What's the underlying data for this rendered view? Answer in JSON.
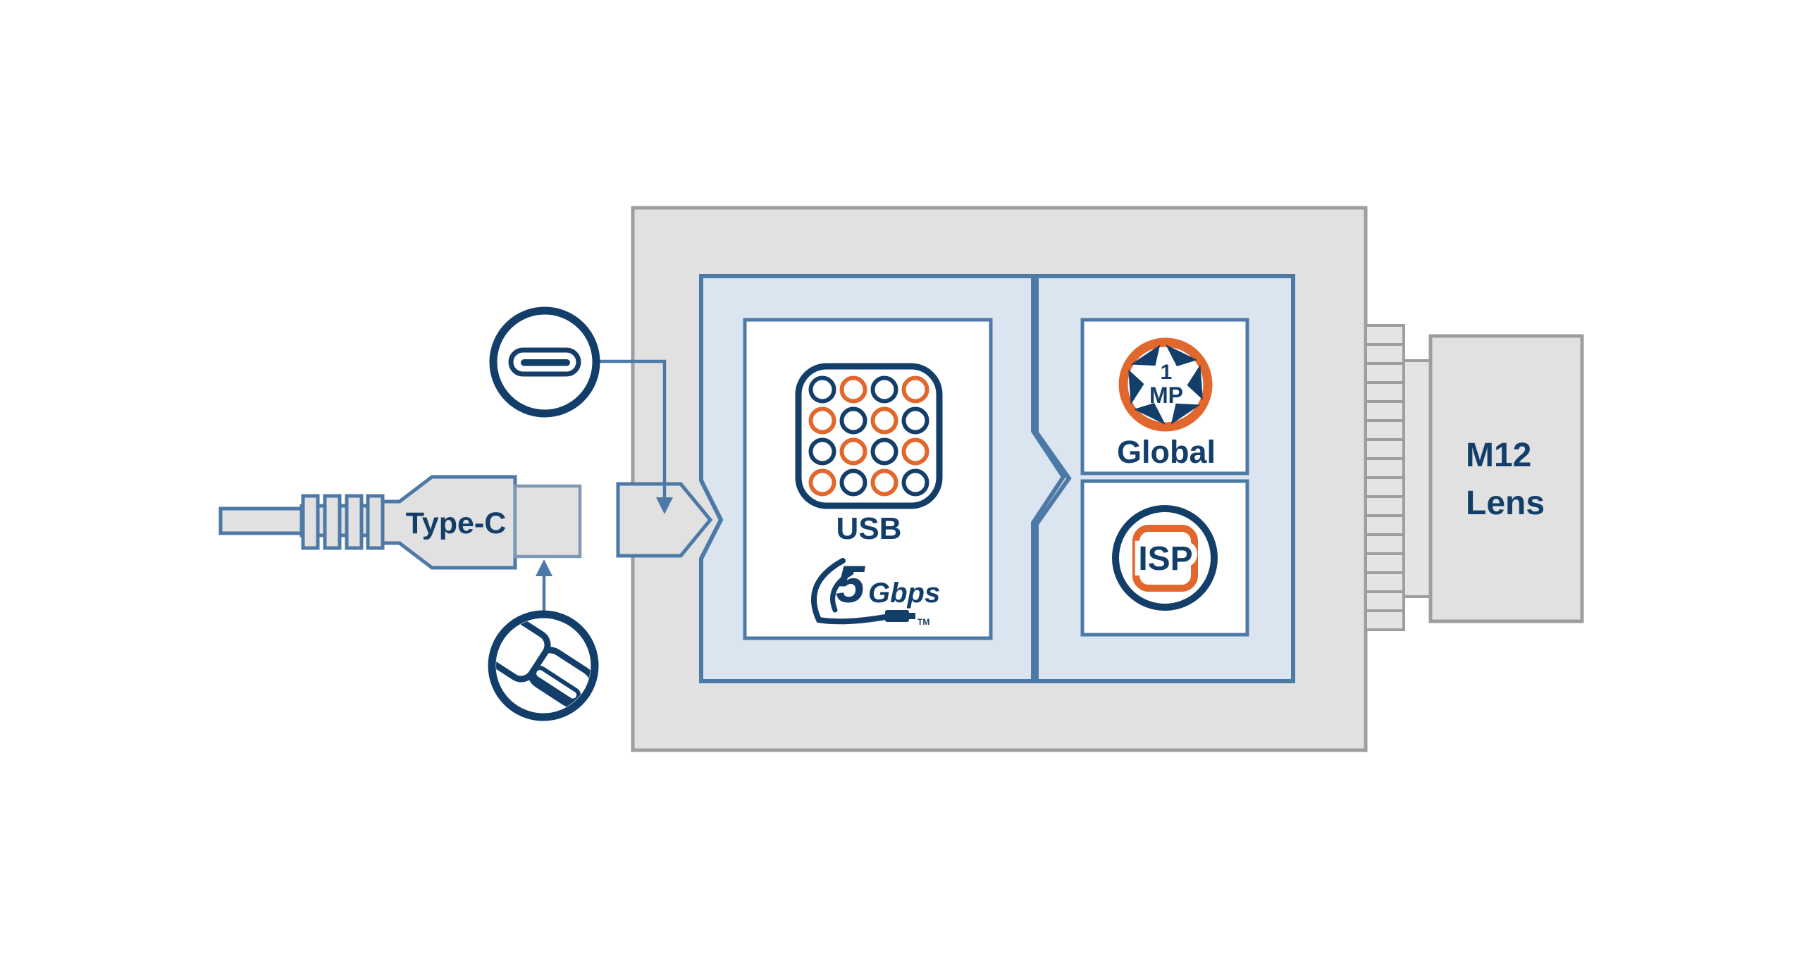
{
  "colors": {
    "navy": "#133e6a",
    "steel_blue": "#4d79a6",
    "light_steel": "#7e99b5",
    "panel_blue": "#dbe5f0",
    "body_gray_fill": "#e1e1e2",
    "body_gray_border": "#9c9ea1",
    "orange": "#e2672c",
    "background": "#ffffff"
  },
  "cable": {
    "connector_label": "Type-C"
  },
  "camera_module": {
    "usb_block": {
      "label": "USB",
      "speed": {
        "value": "5",
        "unit": "Gbps",
        "trademark": "TM"
      },
      "pin_grid": {
        "rows": 4,
        "cols": 4,
        "pattern": [
          [
            "navy",
            "orange",
            "navy",
            "orange"
          ],
          [
            "orange",
            "navy",
            "orange",
            "navy"
          ],
          [
            "navy",
            "orange",
            "navy",
            "orange"
          ],
          [
            "orange",
            "navy",
            "orange",
            "navy"
          ]
        ]
      }
    },
    "sensor_block": {
      "resolution_value": "1",
      "resolution_unit": "MP",
      "shutter_label": "Global",
      "blade_count": 6
    },
    "isp_block": {
      "label": "ISP"
    }
  },
  "lens_block": {
    "label_line1": "M12",
    "label_line2": "Lens",
    "thread_count": 16
  },
  "icons": {
    "type_c_port": "usb-type-c-port-icon",
    "type_c_plug_3d": "usb-type-c-plug-3d-icon",
    "usb_pin_grid": "usb-pin-grid-icon",
    "usb_speed_logo": "usb-5gbps-speed-logo",
    "aperture": "camera-aperture-icon",
    "isp_chip": "isp-processing-icon"
  }
}
